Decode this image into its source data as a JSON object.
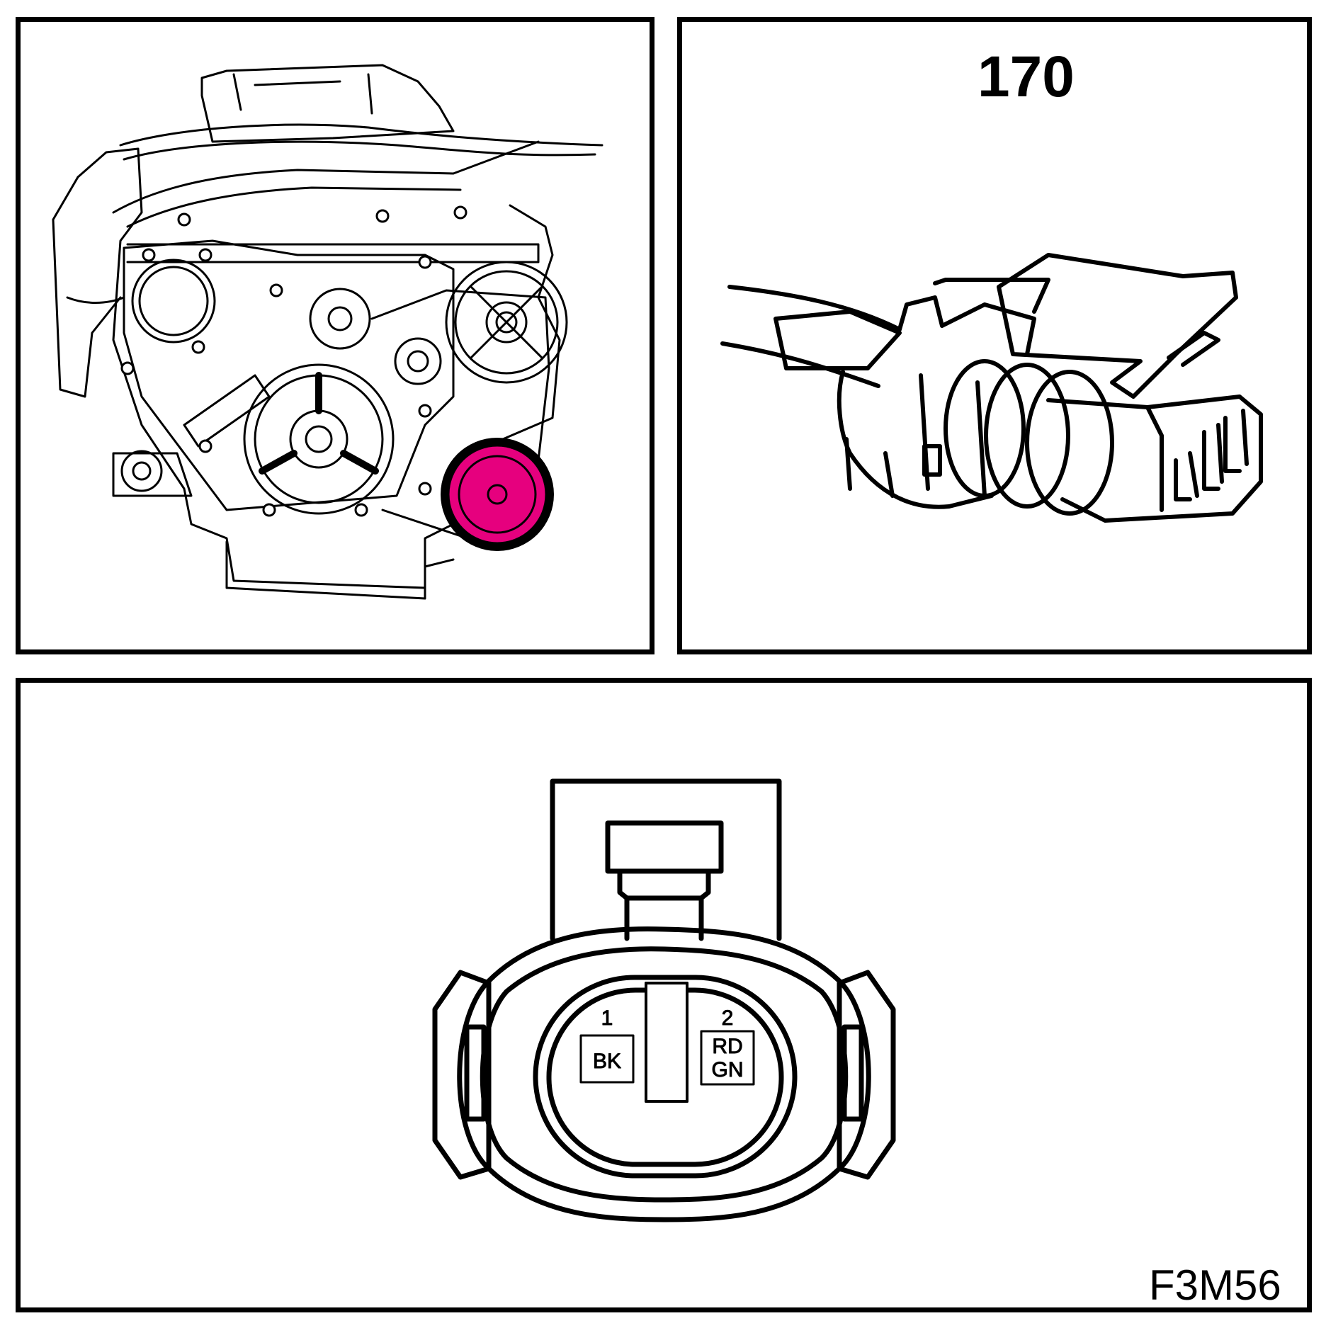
{
  "connector": {
    "number": "170",
    "pins": [
      {
        "pin": "1",
        "color_lines": [
          "BK"
        ]
      },
      {
        "pin": "2",
        "color_lines": [
          "RD",
          "GN"
        ]
      }
    ]
  },
  "figure_id": "F3M56",
  "highlight_color": "#e6007e",
  "icons": [
    "engine-front-view",
    "connector-perspective-view",
    "connector-face-view"
  ]
}
